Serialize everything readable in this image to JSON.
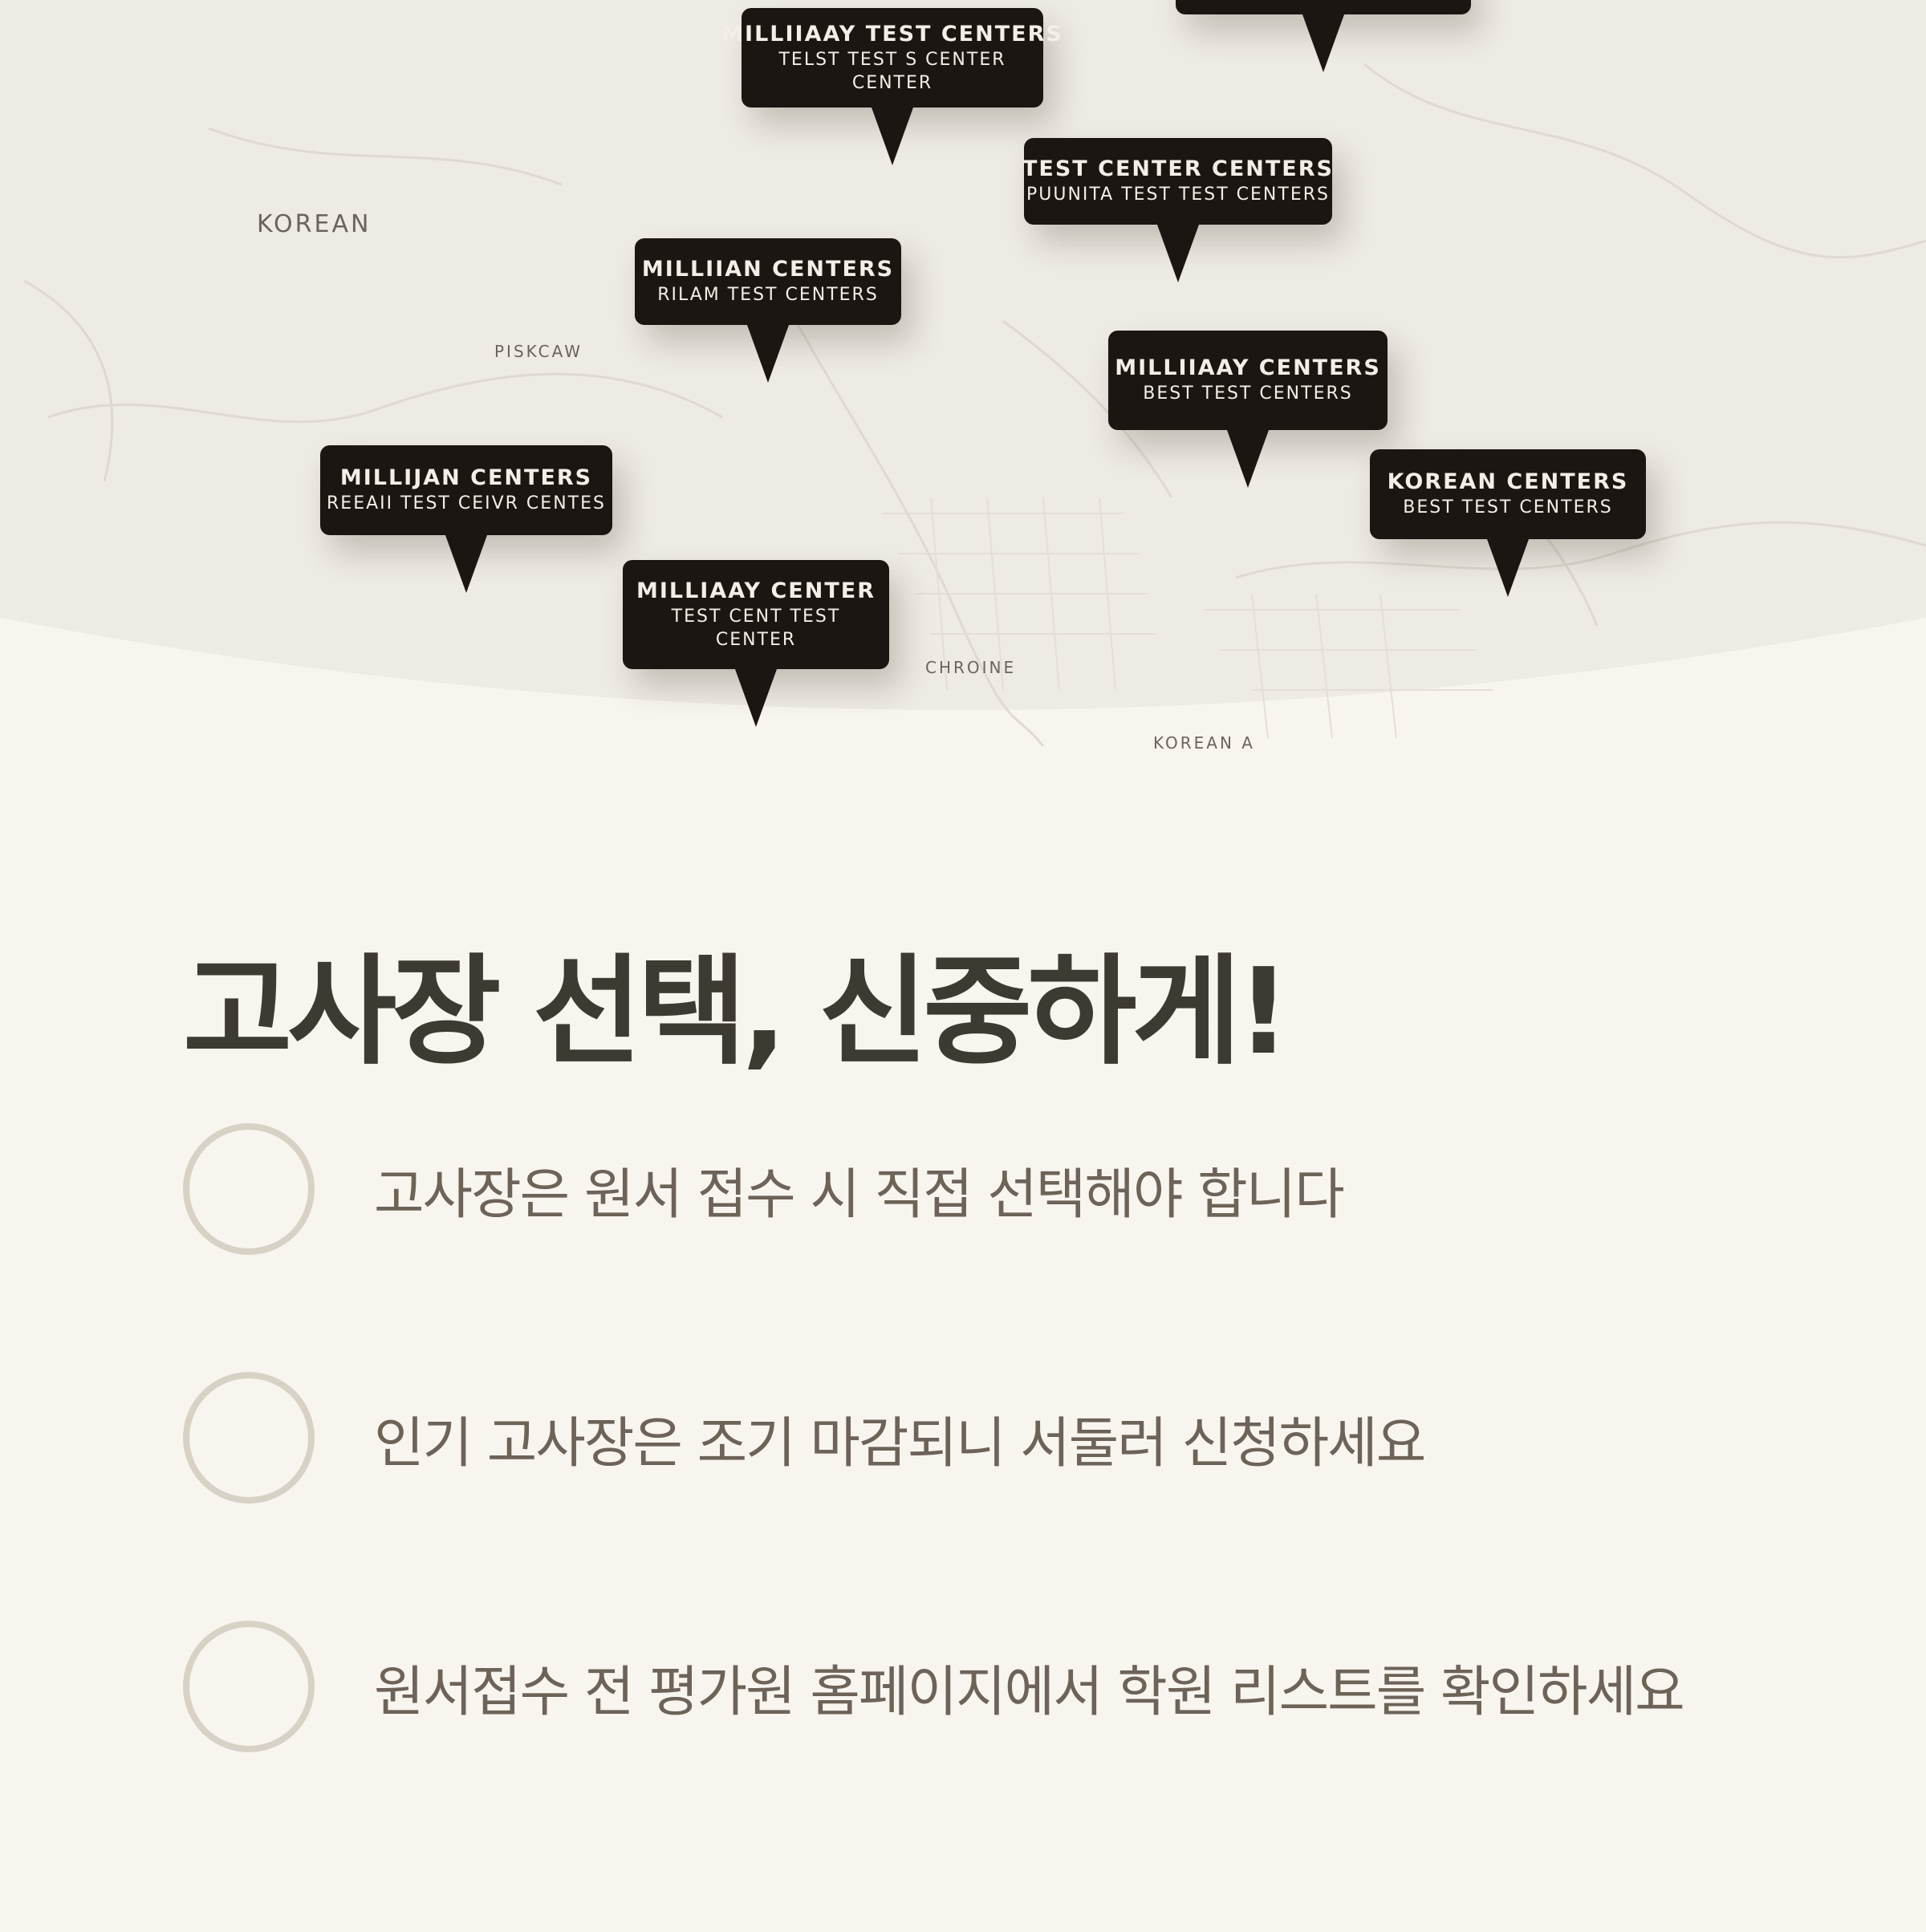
{
  "map": {
    "region_labels": [
      {
        "id": "korean",
        "text": "KOREAN"
      },
      {
        "id": "piskcaw",
        "text": "PISKCAW"
      },
      {
        "id": "chroine",
        "text": "CHROINE"
      },
      {
        "id": "korean-a",
        "text": "KOREAN A"
      }
    ],
    "pins": [
      {
        "line1": "MILLIIAAY TEST CENTERS",
        "line2": "TELST TEST S CENTER",
        "line3": "CENTER"
      },
      {
        "line1": "TEST CENTER CENTERS",
        "line2": "PUUNITA TEST TEST CENTERS",
        "line3": ""
      },
      {
        "line1": "MILLIIAN CENTERS",
        "line2": "RILAM TEST CENTERS",
        "line3": ""
      },
      {
        "line1": "MILLIIAAY CENTERS",
        "line2": "BEST TEST CENTERS",
        "line3": ""
      },
      {
        "line1": "MILLIJAN CENTERS",
        "line2": "REEAII TEST CEIVR CENTES",
        "line3": ""
      },
      {
        "line1": "KOREAN CENTERS",
        "line2": "BEST TEST CENTERS",
        "line3": ""
      },
      {
        "line1": "MILLIAAY CENTER",
        "line2": "TEST CENT TEST",
        "line3": "CENTER"
      }
    ]
  },
  "title": "고사장 선택, 신중하게!",
  "checklist": [
    {
      "text": "고사장은 원서 접수 시 직접 선택해야 합니다"
    },
    {
      "text": "인기 고사장은 조기 마감되니 서둘러 신청하세요"
    },
    {
      "text": "원서접수 전 평가원 홈페이지에서 학원 리스트를 확인하세요"
    }
  ],
  "colors": {
    "background": "#f8f5ef",
    "map": "#eeebe4",
    "pin": "#1c1613",
    "title": "#3d3a32",
    "text": "#6d6358",
    "circle": "#d7d1c6"
  }
}
